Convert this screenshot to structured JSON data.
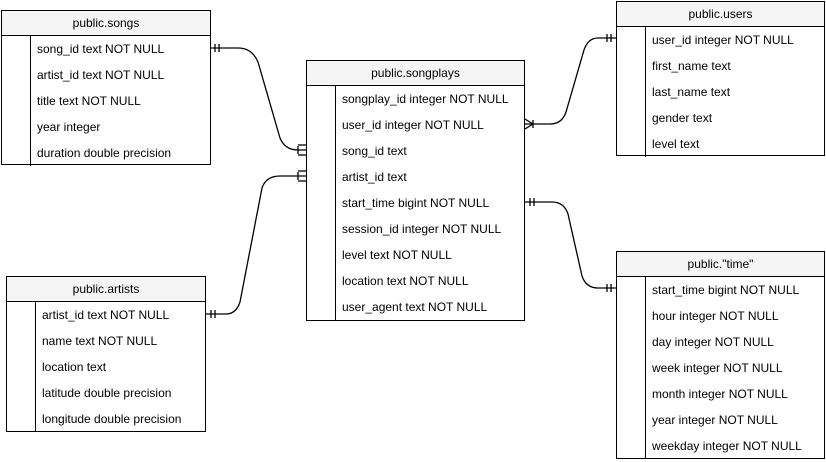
{
  "tables": {
    "songs": {
      "title": "public.songs",
      "columns": [
        "song_id text NOT NULL",
        "artist_id text NOT NULL",
        "title text NOT NULL",
        "year integer",
        "duration double precision"
      ]
    },
    "artists": {
      "title": "public.artists",
      "columns": [
        "artist_id text NOT NULL",
        "name text NOT NULL",
        "location text",
        "latitude double precision",
        "longitude double precision"
      ]
    },
    "songplays": {
      "title": "public.songplays",
      "columns": [
        "songplay_id integer NOT NULL",
        "user_id integer NOT NULL",
        "song_id text",
        "artist_id text",
        "start_time bigint NOT NULL",
        "session_id integer NOT NULL",
        "level text NOT NULL",
        "location text NOT NULL",
        "user_agent text NOT NULL"
      ]
    },
    "users": {
      "title": "public.users",
      "columns": [
        "user_id integer NOT NULL",
        "first_name text",
        "last_name text",
        "gender text",
        "level text"
      ]
    },
    "time": {
      "title": "public.\"time\"",
      "columns": [
        "start_time bigint NOT NULL",
        "hour integer NOT NULL",
        "day integer NOT NULL",
        "week integer NOT NULL",
        "month integer NOT NULL",
        "year integer NOT NULL",
        "weekday integer NOT NULL"
      ]
    }
  },
  "relationships": [
    {
      "from": "songs",
      "from_column": "song_id",
      "to": "songplays",
      "to_column": "song_id",
      "from_end": "one-mandatory",
      "to_end": "many"
    },
    {
      "from": "artists",
      "from_column": "artist_id",
      "to": "songplays",
      "to_column": "artist_id",
      "from_end": "one-mandatory",
      "to_end": "many"
    },
    {
      "from": "users",
      "from_column": "user_id",
      "to": "songplays",
      "to_column": "user_id",
      "from_end": "one-mandatory",
      "to_end": "many"
    },
    {
      "from": "time",
      "from_column": "start_time",
      "to": "songplays",
      "to_column": "start_time",
      "from_end": "one-mandatory",
      "to_end": "one-mandatory"
    }
  ]
}
